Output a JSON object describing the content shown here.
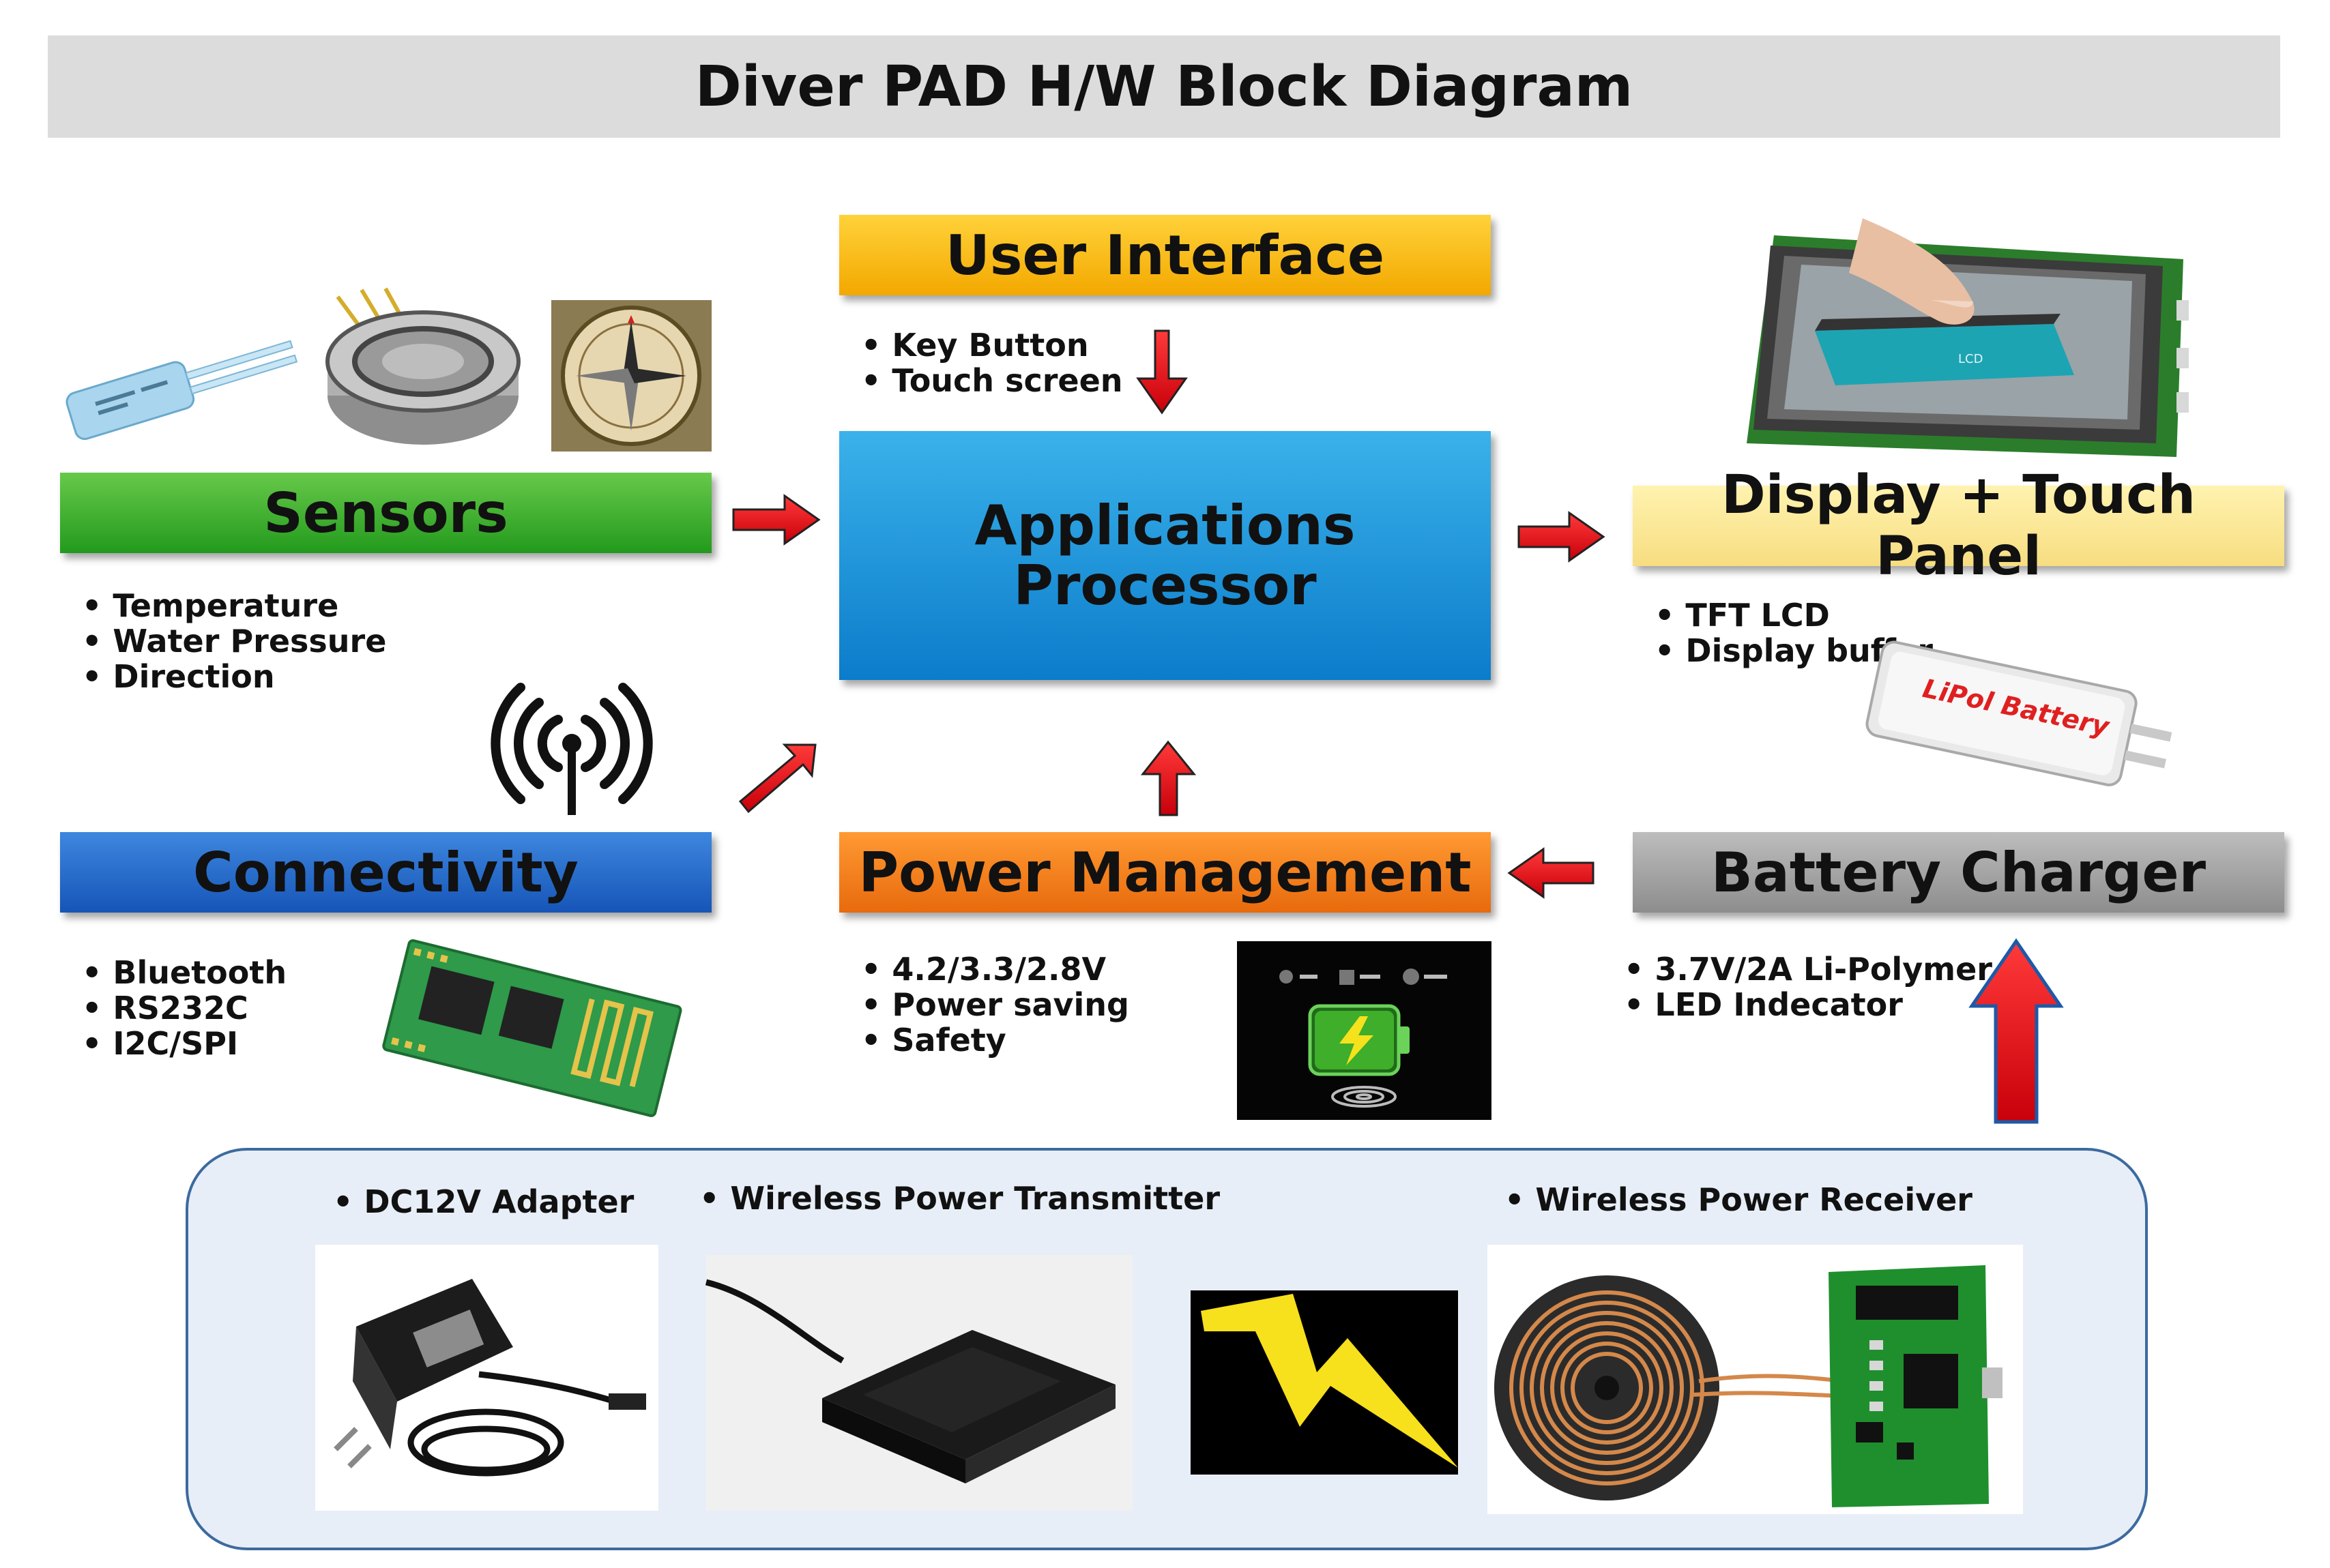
{
  "title": "Diver PAD H/W Block Diagram",
  "blocks": {
    "user_interface": "User Interface",
    "sensors": "Sensors",
    "ap_line1": "Applications",
    "ap_line2": "Processor",
    "display": "Display + Touch Panel",
    "connectivity": "Connectivity",
    "power": "Power Management",
    "battery": "Battery Charger"
  },
  "notes": {
    "ui": [
      "Key Button",
      "Touch screen"
    ],
    "sensors": [
      "Temperature",
      "Water Pressure",
      "Direction"
    ],
    "display": [
      "TFT LCD",
      "Display buffer"
    ],
    "connectivity": [
      "Bluetooth",
      "RS232C",
      "I2C/SPI"
    ],
    "power": [
      "4.2/3.3/2.8V",
      "Power saving",
      "Safety"
    ],
    "battery": [
      "3.7V/2A Li-Polymer",
      "LED Indecator"
    ]
  },
  "supply": {
    "adapter": "DC12V Adapter",
    "transmitter": "Wireless Power Transmitter",
    "receiver": "Wireless Power Receiver"
  },
  "image_labels": {
    "lcd": "LCD",
    "lipo": "LiPol Battery"
  },
  "colors": {
    "arrow": "#e8141c",
    "ui": "#f6b300",
    "sensors": "#2f9e2a",
    "processor": "#1787d6",
    "display": "#f9e48e",
    "connectivity": "#1b5fbf",
    "power": "#f07a1a",
    "battery": "#9a9a9a"
  }
}
